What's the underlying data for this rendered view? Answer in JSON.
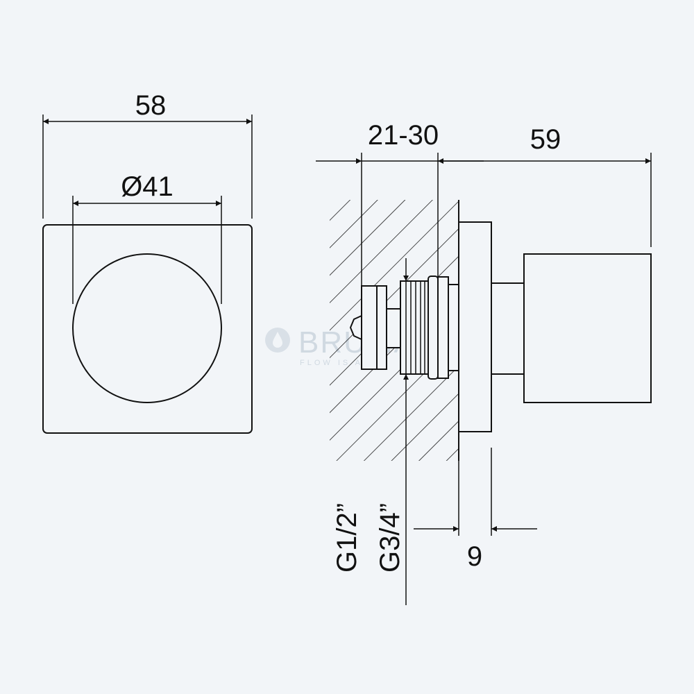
{
  "watermark": {
    "brand": "BRUMA",
    "tagline": "FLOW IS ART"
  },
  "front_view": {
    "width_label": "58",
    "diameter_label": "Ø41"
  },
  "side_view": {
    "depth_range_label": "21-30",
    "projection_label": "59",
    "thread_small_label": "G1/2”",
    "thread_large_label": "G3/4”",
    "plate_thickness_label": "9"
  },
  "colors": {
    "background": "#f2f5f8",
    "line": "#111111",
    "watermark": "#cdd6df"
  }
}
